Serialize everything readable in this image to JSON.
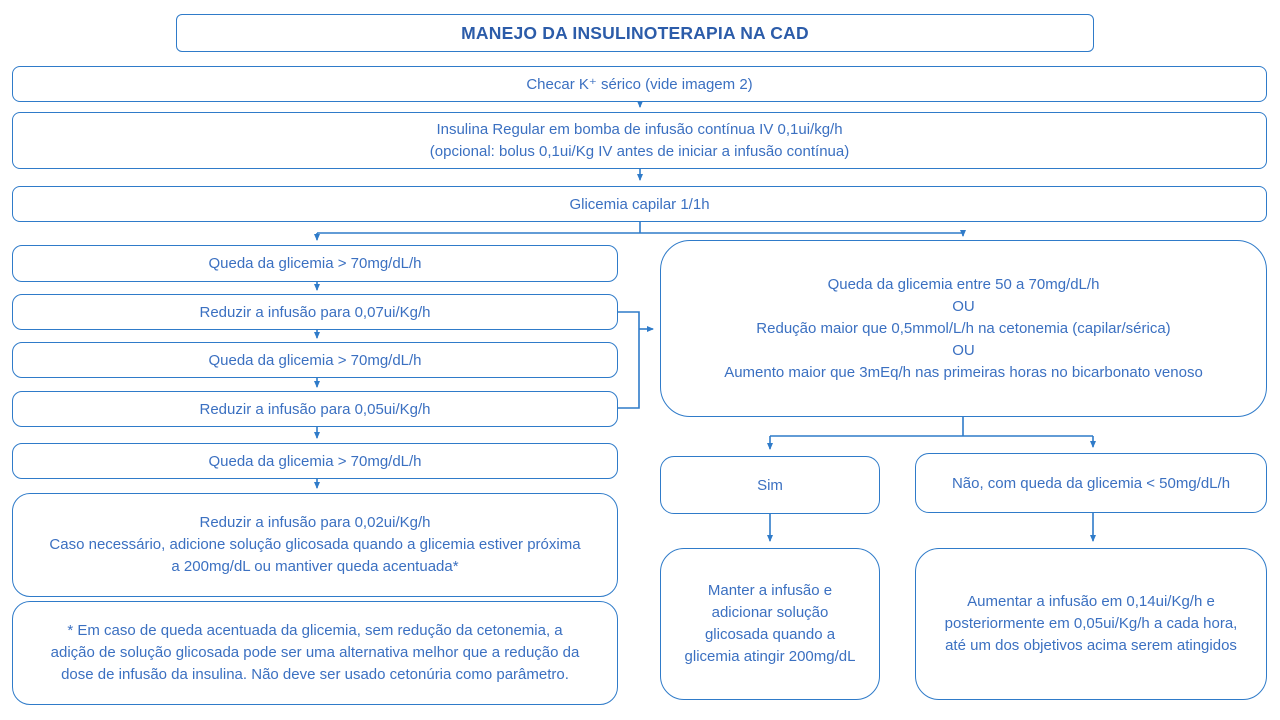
{
  "colors": {
    "accent_border": "#2f7bc9",
    "body_text": "#3b70c1",
    "title_text": "#2c5ca9",
    "background": "#ffffff"
  },
  "title": "MANEJO DA INSULINOTERAPIA NA CAD",
  "nodes": {
    "checar_potassio": "Checar K⁺ sérico (vide imagem 2)",
    "insulina_infusao": "Insulina Regular em bomba de infusão contínua IV 0,1ui/kg/h\n(opcional: bolus 0,1ui/Kg IV antes de iniciar a infusão contínua)",
    "glicemia_capilar": "Glicemia capilar 1/1h",
    "queda_70_1": "Queda da glicemia > 70mg/dL/h",
    "reduzir_007": "Reduzir a infusão para 0,07ui/Kg/h",
    "queda_70_2": "Queda da glicemia > 70mg/dL/h",
    "reduzir_005": "Reduzir a infusão para 0,05ui/Kg/h",
    "queda_70_3": "Queda da glicemia > 70mg/dL/h",
    "reduzir_002": "Reduzir a infusão para 0,02ui/Kg/h\nCaso necessário, adicione solução glicosada quando a glicemia estiver próxima\na 200mg/dL ou mantiver queda acentuada*",
    "nota_rodape": "* Em caso de queda acentuada da glicemia, sem redução da cetonemia, a\nadição de solução glicosada pode ser uma alternativa melhor que a redução da\ndose de infusão da insulina. Não deve ser usado cetonúria como parâmetro.",
    "criterios_melhora": "Queda da glicemia entre 50 a 70mg/dL/h\nOU\nRedução maior que 0,5mmol/L/h na cetonemia (capilar/sérica)\nOU\nAumento maior que 3mEq/h nas primeiras horas no bicarbonato venoso",
    "sim": "Sim",
    "nao": "Não, com queda da glicemia < 50mg/dL/h",
    "manter_infusao": "Manter a infusão e\nadicionar solução\nglicosada quando a\nglicemia atingir 200mg/dL",
    "aumentar_infusao": "Aumentar a infusão em 0,14ui/Kg/h e\nposteriormente em 0,05ui/Kg/h a cada hora,\naté um dos objetivos acima serem atingidos"
  }
}
